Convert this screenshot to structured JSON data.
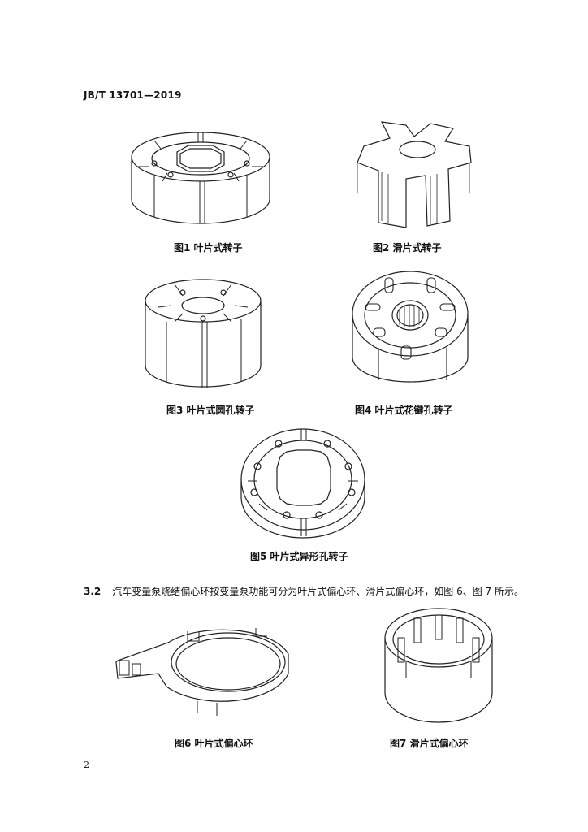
{
  "header": {
    "doc_id": "JB/T 13701—2019"
  },
  "figures": [
    {
      "caption": "图1  叶片式转子"
    },
    {
      "caption": "图2  滑片式转子"
    },
    {
      "caption": "图3  叶片式圆孔转子"
    },
    {
      "caption": "图4  叶片式花键孔转子"
    },
    {
      "caption": "图5  叶片式异形孔转子"
    },
    {
      "caption": "图6  叶片式偏心环"
    },
    {
      "caption": "图7  滑片式偏心环"
    }
  ],
  "section": {
    "number": "3.2",
    "text": "汽车变量泵烧结偏心环按变量泵功能可分为叶片式偏心环、滑片式偏心环，如图 6、图 7 所示。"
  },
  "footer": {
    "page_number": "2"
  }
}
